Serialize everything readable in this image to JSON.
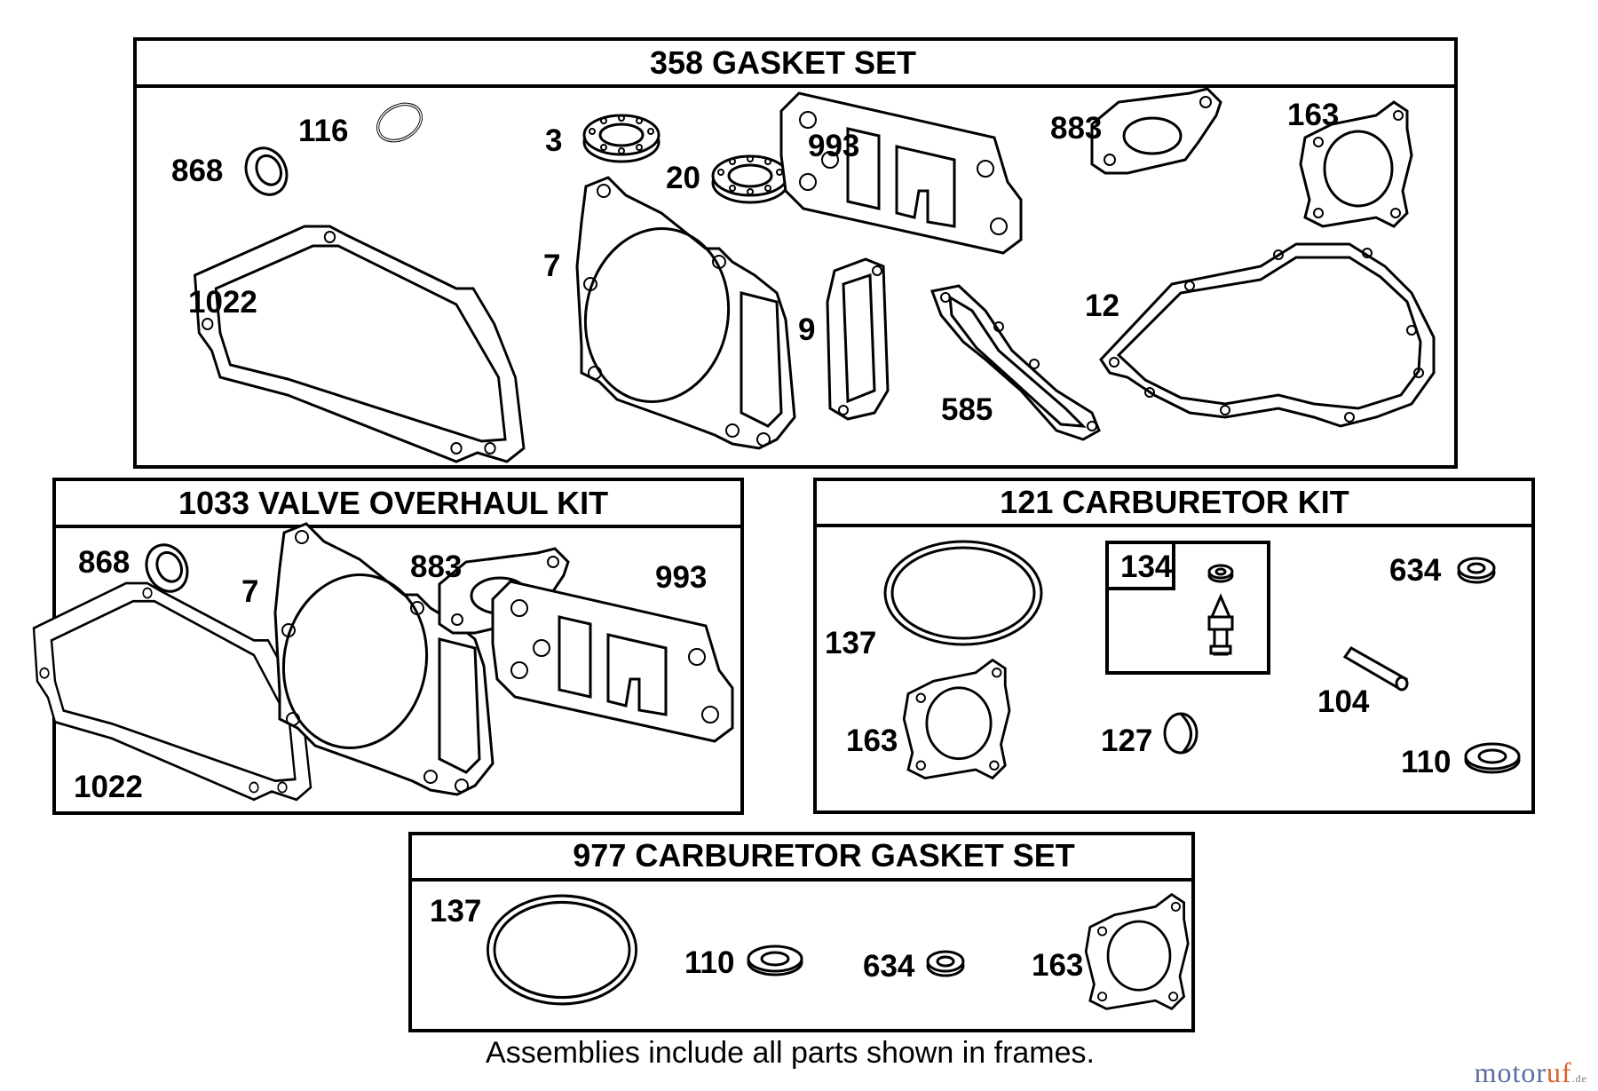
{
  "kits": {
    "gasket_set": {
      "title": "358 GASKET SET",
      "labels": {
        "p868": "868",
        "p116": "116",
        "p3": "3",
        "p20": "20",
        "p993": "993",
        "p883": "883",
        "p163": "163",
        "p1022": "1022",
        "p7": "7",
        "p9": "9",
        "p585": "585",
        "p12": "12"
      }
    },
    "valve_kit": {
      "title": "1033 VALVE OVERHAUL KIT",
      "labels": {
        "p868": "868",
        "p7": "7",
        "p883": "883",
        "p993": "993",
        "p1022": "1022"
      }
    },
    "carb_kit": {
      "title": "121 CARBURETOR KIT",
      "labels": {
        "p134": "134",
        "p634": "634",
        "p137": "137",
        "p104": "104",
        "p163": "163",
        "p127": "127",
        "p110": "110"
      }
    },
    "carb_gasket_set": {
      "title": "977 CARBURETOR  GASKET SET",
      "labels": {
        "p137": "137",
        "p110": "110",
        "p634": "634",
        "p163": "163"
      }
    }
  },
  "footer": {
    "note": "Assemblies include all parts shown in frames."
  },
  "watermark": {
    "part1": "motor",
    "part2": "uf",
    "part3": ".de",
    "colors": {
      "primary": "#5b6b9e",
      "accent": "#d9622b"
    }
  }
}
